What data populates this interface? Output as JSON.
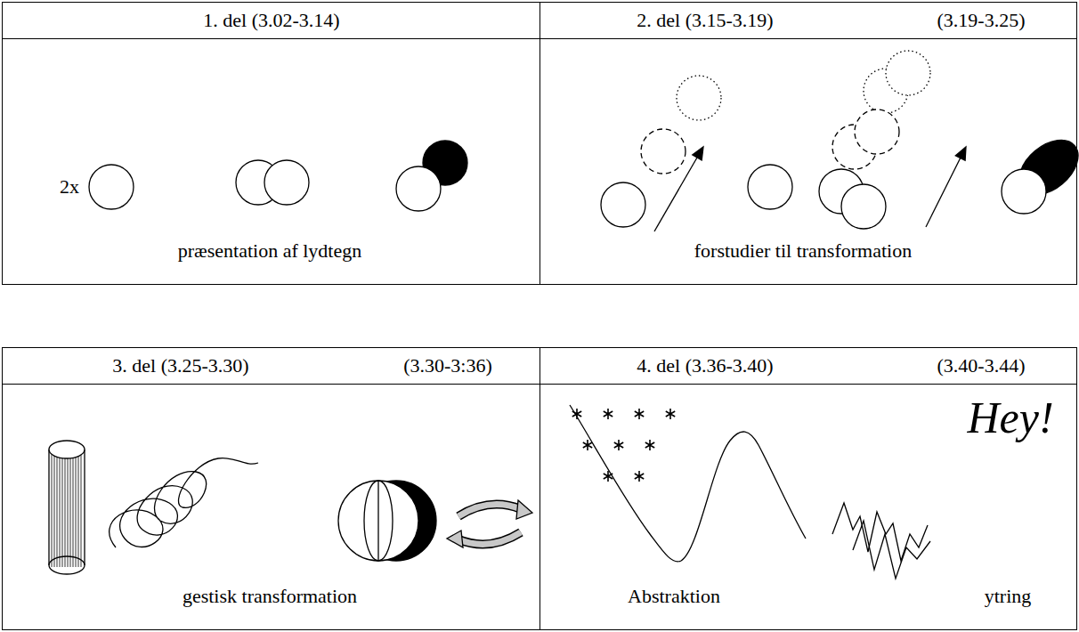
{
  "diagram": {
    "nodes": [
      {
        "text": [
          "1. del (3.02-3.14)",
          "præsentation af lydtegn"
        ]
      },
      {
        "text": [
          "2. del (3.15-3.19)",
          "(3.19-3.25)",
          "forstudier til transformation"
        ]
      },
      {
        "text": [
          "3. del (3.25-3.30)",
          "(3.30-3:36)",
          "gestisk transformation"
        ]
      },
      {
        "text": [
          "4. del (3.36-3.40)",
          "(3.40-3.44)",
          "Abstraktion",
          "ytring"
        ]
      }
    ],
    "labels": [
      "2x",
      "Hey!"
    ]
  }
}
